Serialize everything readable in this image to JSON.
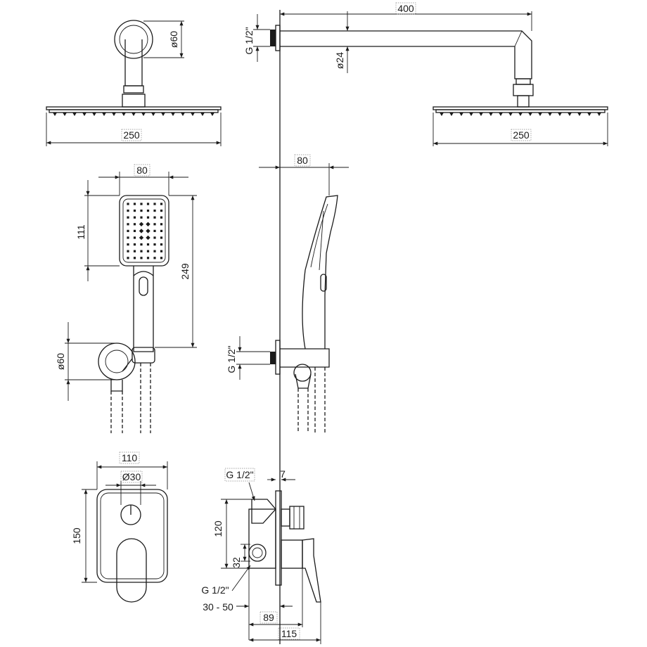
{
  "labels": {
    "arm_length": "400",
    "pipe_diameter": "ø24",
    "wall_thread_top": "G 1/2\"",
    "rose_dia_left": "250",
    "rose_dia_right": "250",
    "flange_dia_top": "ø60",
    "hand_width": "80",
    "hand_head_height": "111",
    "hand_total_height": "249",
    "hand_flange_dia": "ø60",
    "hand_side_depth": "80",
    "wall_thread_mid": "G 1/2\"",
    "plate_width": "110",
    "knob_dia": "Ø30",
    "plate_height": "150",
    "mixer_thread_top": "G 1/2\"",
    "wall_gap": "7",
    "mixer_height": "120",
    "outlet_dist": "32",
    "mixer_thread_bottom": "G 1/2\"",
    "install_depth": "30 - 50",
    "body_depth": "89",
    "total_depth": "115"
  },
  "colors": {
    "line": "#1a1a1a",
    "background": "#ffffff"
  }
}
